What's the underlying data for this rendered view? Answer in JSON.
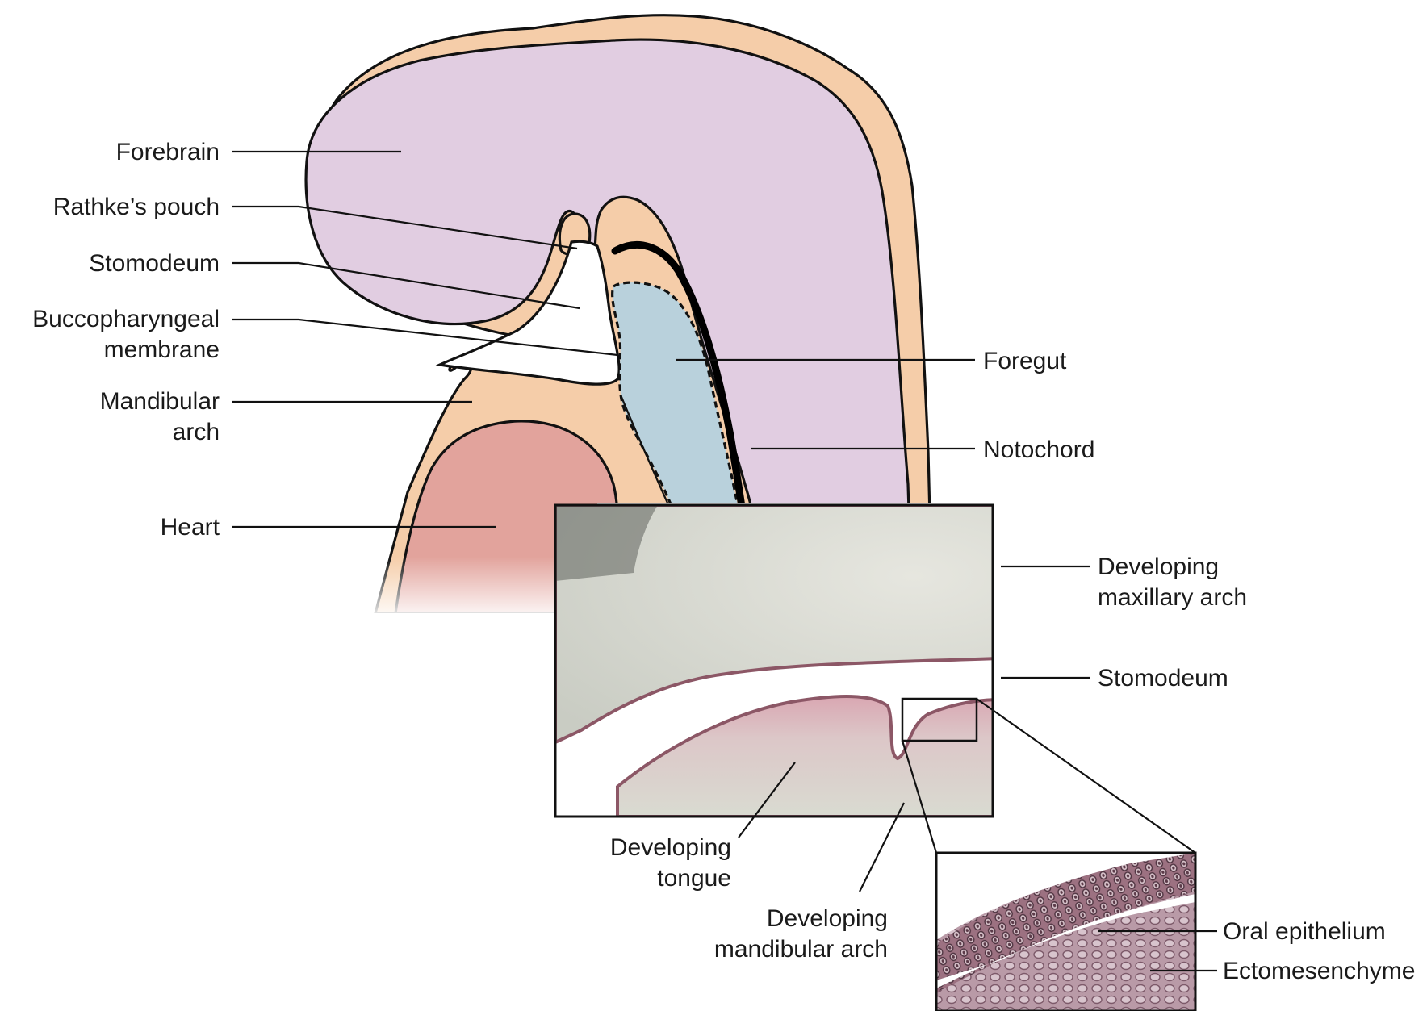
{
  "labels": {
    "forebrain": "Forebrain",
    "rathkes_pouch": "Rathke’s pouch",
    "stomodeum": "Stomodeum",
    "buccopharyngeal_1": "Buccopharyngeal",
    "buccopharyngeal_2": "membrane",
    "mandibular_1": "Mandibular",
    "mandibular_2": "arch",
    "heart": "Heart",
    "foregut": "Foregut",
    "notochord": "Notochord",
    "dev_maxillary_1": "Developing",
    "dev_maxillary_2": "maxillary arch",
    "stomodeum_inset": "Stomodeum",
    "dev_tongue_1": "Developing",
    "dev_tongue_2": "tongue",
    "dev_mandibular_1": "Developing",
    "dev_mandibular_2": "mandibular arch",
    "oral_epithelium": "Oral epithelium",
    "ectomesenchyme": "Ectomesenchyme"
  },
  "colors": {
    "ectoderm_tan": "#f5cda9",
    "brain_lilac": "#e1cde1",
    "foregut_blue": "#b9d1dc",
    "heart_pink": "#e2a39c",
    "tissue_gray": "#dcddd4",
    "epithelium_mauve": "#8c5766"
  }
}
